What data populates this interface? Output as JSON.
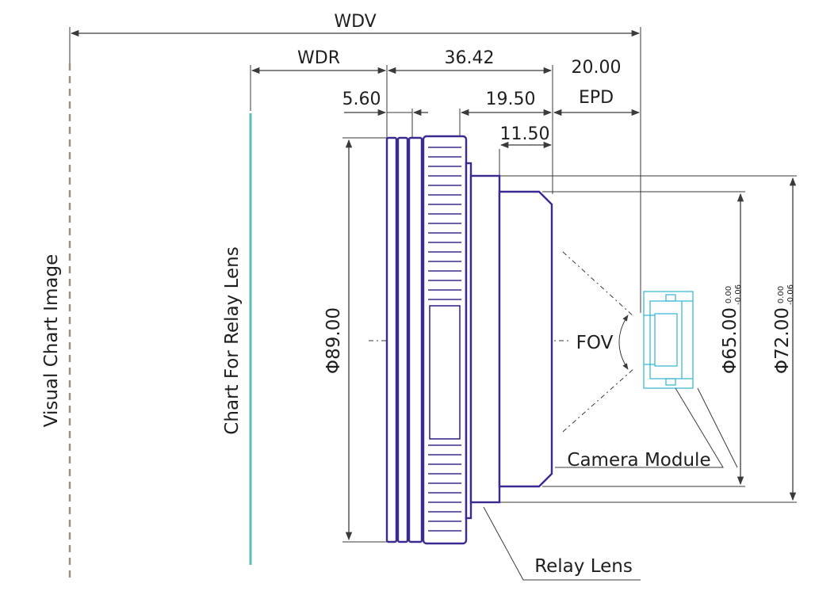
{
  "dimensions": {
    "wdv": "WDV",
    "wdr": "WDR",
    "length_total": "36.42",
    "epd_value": "20.00",
    "epd_label": "EPD",
    "d_5_60": "5.60",
    "d_19_50": "19.50",
    "d_11_50": "11.50",
    "dia_89": "Φ89.00",
    "dia_65": "Φ65.00",
    "dia_72": "Φ72.00",
    "tol_upper": "0.00",
    "tol_lower": "-0.06"
  },
  "labels": {
    "visual_chart": "Visual Chart Image",
    "chart_relay": "Chart For Relay Lens",
    "fov": "FOV",
    "camera_module": "Camera Module",
    "relay_lens": "Relay Lens"
  },
  "colors": {
    "lens": "#3b2a8f",
    "camera": "#2fb3d6",
    "chart_line": "#5bbfb5",
    "visual_dash": "#a08a7a"
  }
}
